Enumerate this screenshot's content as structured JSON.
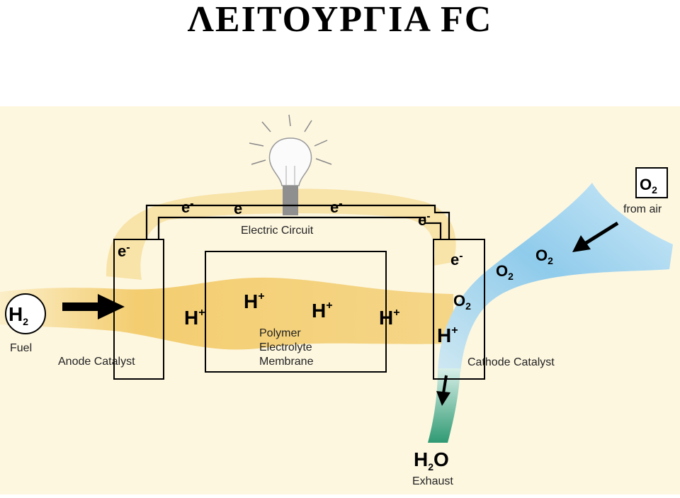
{
  "title": "ΛΕΙΤΟΥΡΓΙΑ FC",
  "electron": {
    "symbol": "e",
    "charge": "-"
  },
  "proton": {
    "symbol": "H",
    "charge": "+"
  },
  "oxygen": {
    "symbol": "O",
    "subscript": "2"
  },
  "hydrogen": {
    "symbol": "H",
    "subscript": "2"
  },
  "water": {
    "h": "H",
    "sub": "2",
    "o": "O"
  },
  "labels": {
    "electric_circuit": "Electric Circuit",
    "membrane_line1": "Polymer",
    "membrane_line2": "Electrolyte",
    "membrane_line3": "Membrane",
    "anode": "Anode Catalyst",
    "cathode": "Cathode Catalyst",
    "fuel": "Fuel",
    "from_air": "from air",
    "exhaust": "Exhaust"
  },
  "colors": {
    "background": "#fdf7e0",
    "hydrogen_flow": "#f3cd70",
    "air_flow": "#9fd3ef",
    "exhaust_flow": "#2f9a73",
    "bulb_base": "#8f8f8f"
  }
}
